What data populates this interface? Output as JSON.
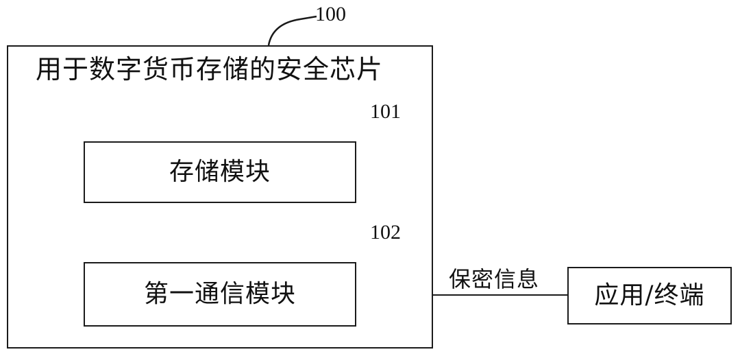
{
  "diagram": {
    "outer_block": {
      "title": "用于数字货币存储的安全芯片",
      "ref": "100"
    },
    "storage_module": {
      "label": "存储模块",
      "ref": "101"
    },
    "first_comm_module": {
      "label": "第一通信模块",
      "ref": "102"
    },
    "app_terminal": {
      "label": "应用/终端"
    },
    "link": {
      "label": "保密信息"
    }
  }
}
